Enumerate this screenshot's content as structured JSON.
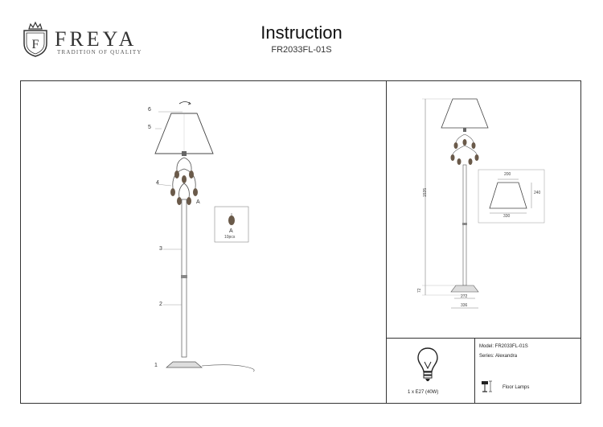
{
  "header": {
    "brand": "FREYA",
    "tagline": "TRADITION OF QUALITY",
    "title": "Instruction",
    "model_code": "FR2033FL-01S"
  },
  "parts": {
    "p6": "6",
    "p5": "5",
    "p4": "4",
    "p3": "3",
    "p2": "2",
    "p1": "1",
    "detail_letter": "A",
    "detail_marker": "A",
    "detail_qty": "10pcs"
  },
  "dimensions": {
    "height": "1535",
    "base_height": "72",
    "base_top": "272",
    "base_width": "336",
    "shade_top": "200",
    "shade_height": "240",
    "shade_bottom": "330"
  },
  "specs": {
    "model": "Model: FR2033FL-01S",
    "series": "Series: Alexandra",
    "bulb": "1 x E27 (40W)",
    "category": "Floor Lamps"
  },
  "colors": {
    "line": "#333333",
    "shade": "#555555",
    "crystal": "#6a5a4a"
  },
  "icons": {
    "logo": "freya-crest-icon",
    "bulb": "light-bulb-icon",
    "floor_lamp": "floor-lamp-icon"
  }
}
